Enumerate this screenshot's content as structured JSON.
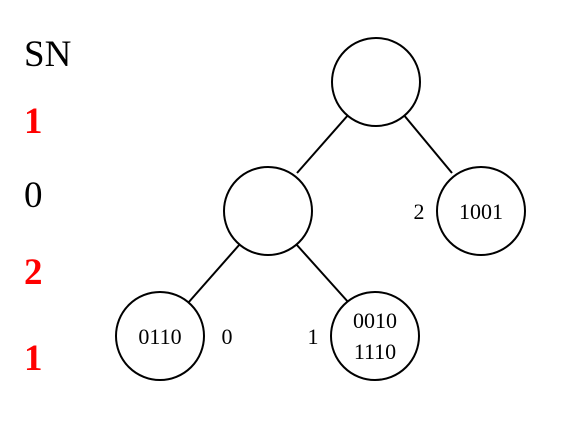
{
  "sn_column": {
    "header": "SN",
    "values": [
      {
        "text": "1",
        "color": "#ff0000",
        "bold": true
      },
      {
        "text": "0",
        "color": "#000000",
        "bold": false
      },
      {
        "text": "2",
        "color": "#ff0000",
        "bold": true
      },
      {
        "text": "1",
        "color": "#ff0000",
        "bold": true
      }
    ]
  },
  "tree": {
    "root": {
      "lines": []
    },
    "internal": {
      "lines": []
    },
    "leaf_right": {
      "lines": [
        "1001"
      ],
      "side_label": "2"
    },
    "leaf_left": {
      "lines": [
        "0110"
      ],
      "side_label": "0"
    },
    "leaf_mid": {
      "lines": [
        "0010",
        "1110"
      ],
      "side_label": "1"
    }
  },
  "colors": {
    "stroke": "#000000",
    "highlight": "#ff0000",
    "background": "#ffffff"
  }
}
